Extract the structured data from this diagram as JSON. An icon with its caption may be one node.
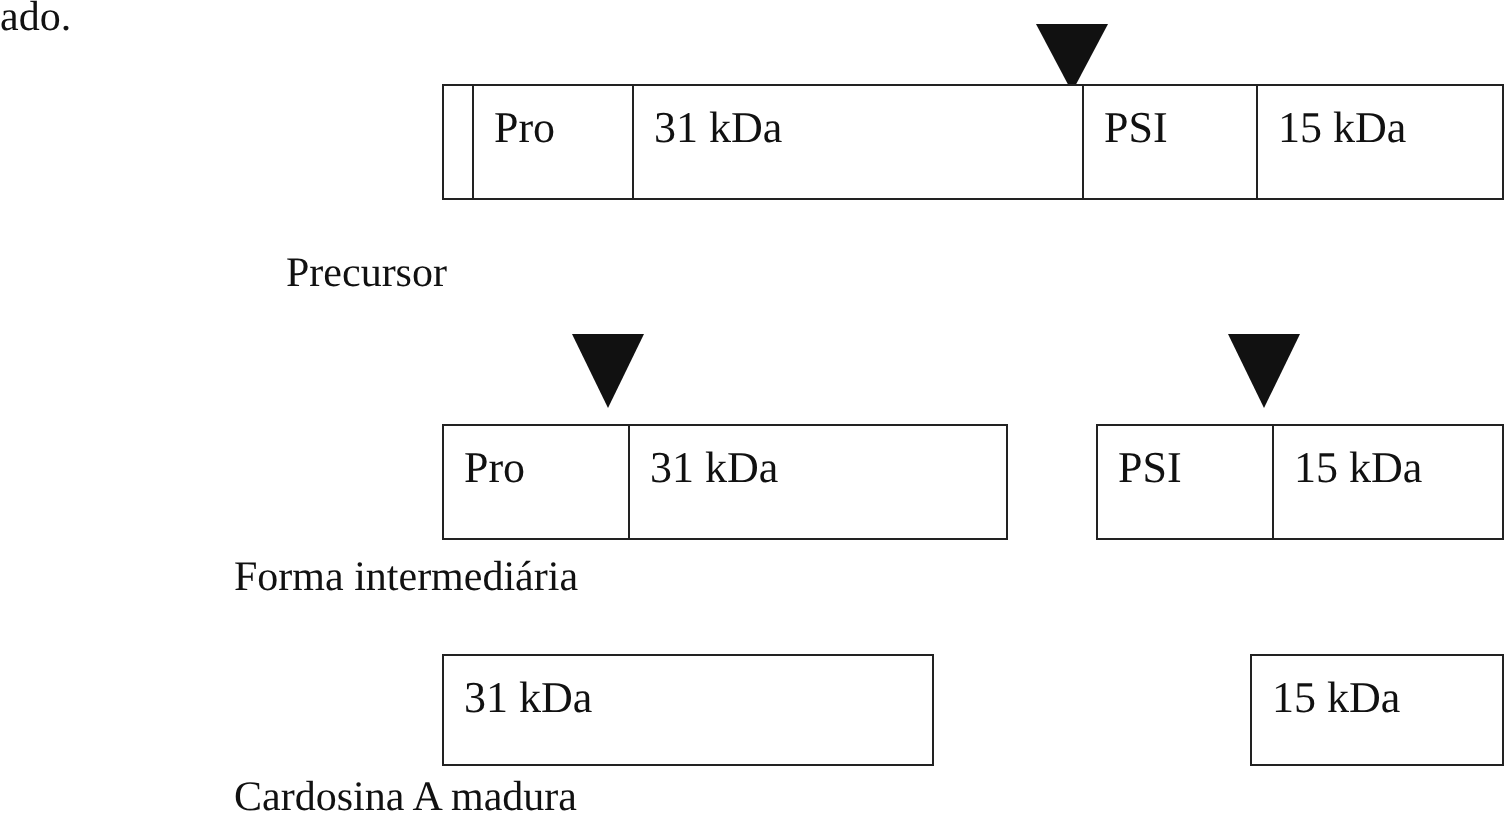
{
  "diagram": {
    "nodes": [
      {
        "text": [],
        "shape": "box"
      },
      {
        "text": [
          "Pro"
        ]
      },
      {
        "text": [
          "31 kDa"
        ]
      },
      {
        "text": [
          "PSI"
        ]
      },
      {
        "text": [
          "15 kDa"
        ]
      },
      {
        "text": [
          "Pro"
        ]
      },
      {
        "text": [
          "31 kDa"
        ]
      },
      {
        "text": [
          "PSI"
        ]
      },
      {
        "text": [
          "15 kDa"
        ]
      },
      {
        "text": [
          "31 kDa"
        ]
      },
      {
        "text": [
          "15 kDa"
        ]
      }
    ],
    "labels": [
      "ado.",
      "Precursor",
      "Forma intermediária",
      "Cardosina A madura"
    ]
  }
}
